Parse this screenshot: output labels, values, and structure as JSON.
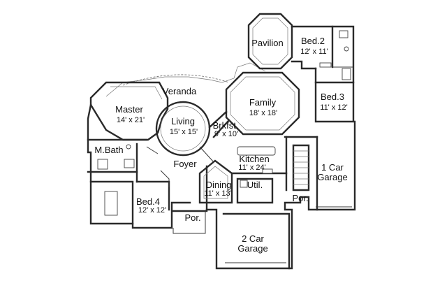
{
  "rooms": {
    "pavilion": {
      "name": "Pavilion"
    },
    "bed2": {
      "name": "Bed.2",
      "dims": "12' x 11'"
    },
    "veranda": {
      "name": "Veranda"
    },
    "family": {
      "name": "Family",
      "dims": "18' x 18'"
    },
    "bed3": {
      "name": "Bed.3",
      "dims": "11' x 12'"
    },
    "master": {
      "name": "Master",
      "dims": "14' x 21'"
    },
    "living": {
      "name": "Living",
      "dims": "15' x 15'"
    },
    "brkfst": {
      "name": "Brkfst.",
      "dims": "9' x 10'"
    },
    "mbath": {
      "name": "M.Bath"
    },
    "foyer": {
      "name": "Foyer"
    },
    "kitchen": {
      "name": "Kitchen",
      "dims": "11' x 24'"
    },
    "garage1": {
      "name": "1 Car",
      "dims": "Garage"
    },
    "dining": {
      "name": "Dining",
      "dims": "11' x 13'"
    },
    "util": {
      "name": "Util."
    },
    "bed4": {
      "name": "Bed.4",
      "dims": "12' x 12'"
    },
    "por_right": {
      "name": "Por."
    },
    "por_front": {
      "name": "Por."
    },
    "garage2": {
      "name": "2 Car",
      "dims": "Garage"
    }
  }
}
